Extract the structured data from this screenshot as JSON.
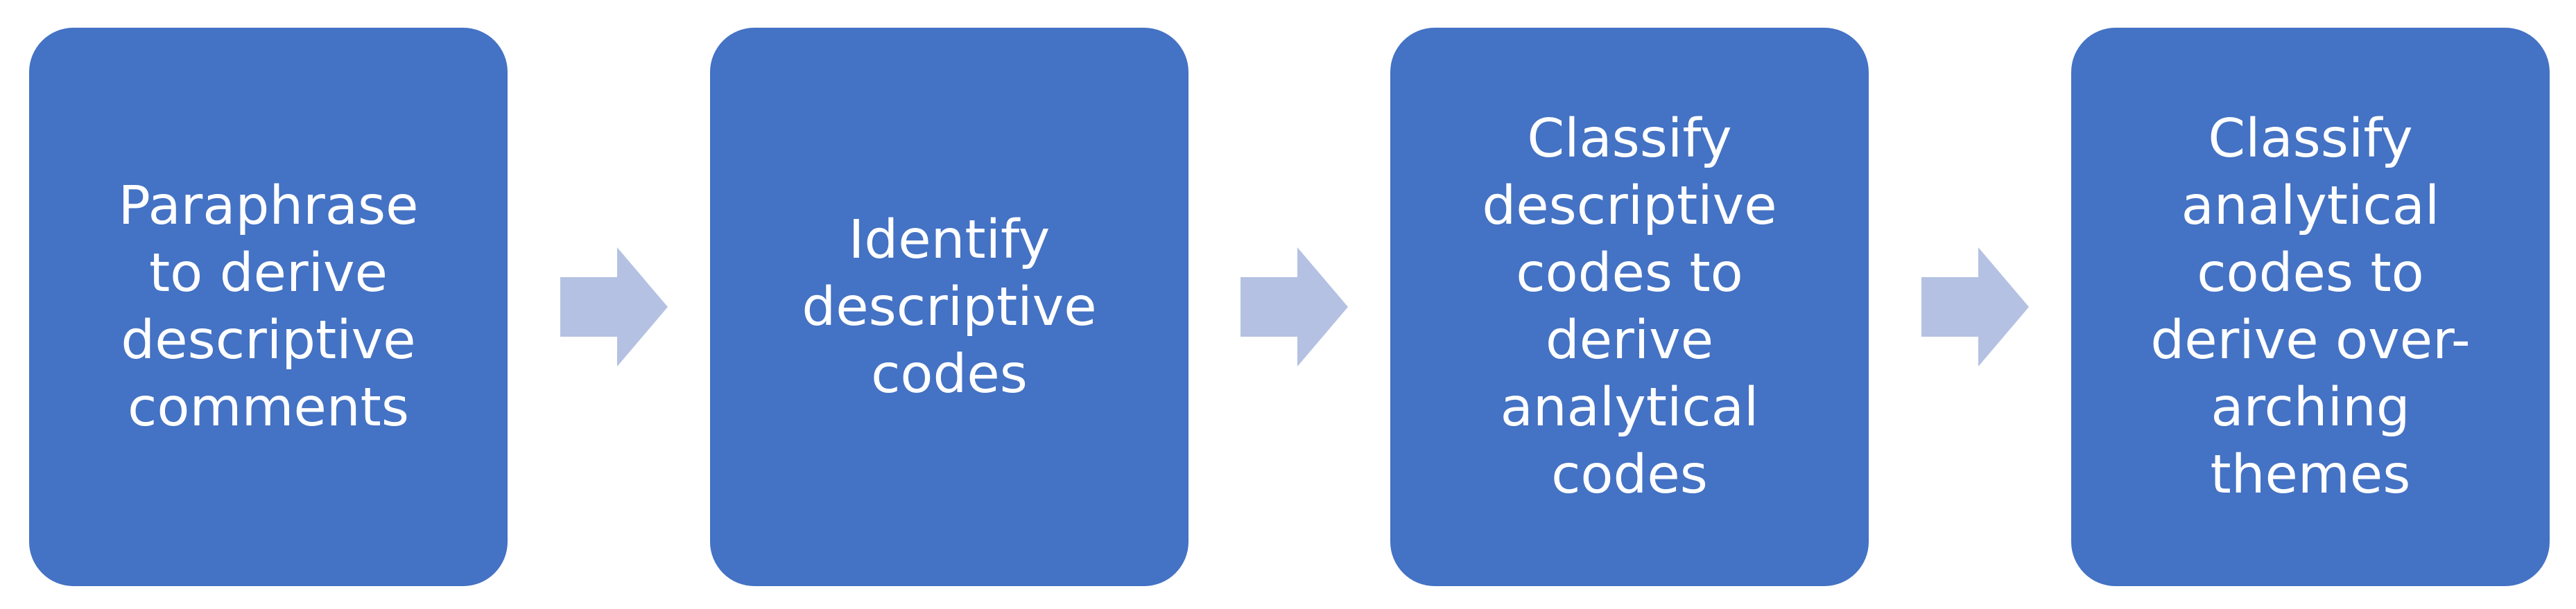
{
  "colors": {
    "box": "#4472c4",
    "box_text": "#ffffff",
    "arrow": "#b4c1e2"
  },
  "steps": [
    {
      "label": "Paraphrase\nto derive\ndescriptive\ncomments"
    },
    {
      "label": "Identify\ndescriptive\ncodes"
    },
    {
      "label": "Classify\ndescriptive\ncodes to\nderive\nanalytical\ncodes"
    },
    {
      "label": "Classify\nanalytical\ncodes to\nderive over-\narching\nthemes"
    }
  ],
  "arrows": [
    {
      "icon": "right-arrow-icon"
    },
    {
      "icon": "right-arrow-icon"
    },
    {
      "icon": "right-arrow-icon"
    }
  ]
}
